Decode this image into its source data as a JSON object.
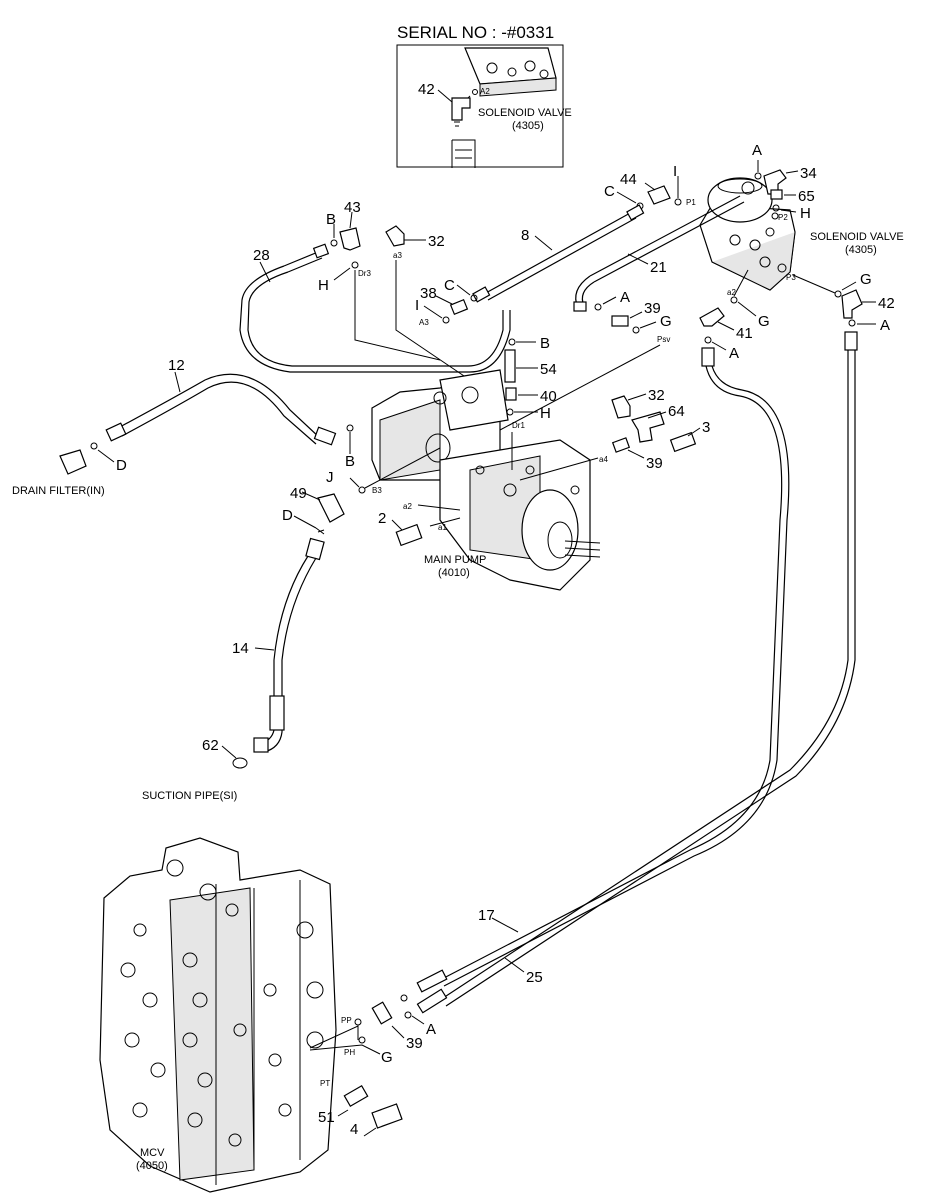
{
  "serial_note": "SERIAL NO : -#0331",
  "components": {
    "solenoid_inset": {
      "name": "SOLENOID VALVE",
      "code": "(4305)"
    },
    "solenoid": {
      "name": "SOLENOID VALVE",
      "code": "(4305)"
    },
    "main_pump": {
      "name": "MAIN PUMP",
      "code": "(4010)"
    },
    "mcv": {
      "name": "MCV",
      "code": "(4050)"
    },
    "drain_filter": {
      "name": "DRAIN FILTER(IN)"
    },
    "suction_pipe": {
      "name": "SUCTION PIPE(SI)"
    }
  },
  "part_numbers": {
    "p42_inset": "42",
    "p44": "44",
    "p34": "34",
    "p65": "65",
    "p43": "43",
    "p32a": "32",
    "p8": "8",
    "p28": "28",
    "p21": "21",
    "p38": "38",
    "p39a": "39",
    "p42": "42",
    "p41": "41",
    "p12": "12",
    "p54": "54",
    "p40": "40",
    "p32b": "32",
    "p64": "64",
    "p3": "3",
    "p39b": "39",
    "p49": "49",
    "p2": "2",
    "p14": "14",
    "p62": "62",
    "p17": "17",
    "p25": "25",
    "p39c": "39",
    "p51": "51",
    "p4": "4"
  },
  "connection_letters": {
    "A_top": "A",
    "H_sol": "H",
    "C_top": "C",
    "I_top": "I",
    "B_43": "B",
    "H_28": "H",
    "C_38": "C",
    "I_38": "I",
    "A_39": "A",
    "G_39": "G",
    "G_42": "G",
    "A_42": "A",
    "G_41": "G",
    "A_41": "A",
    "B_54": "B",
    "H_40": "H",
    "B_pump": "B",
    "D_filter": "D",
    "J_pump": "J",
    "D_49": "D",
    "A_mcv": "A",
    "G_mcv": "G"
  },
  "port_labels": {
    "a2_inset": "A2",
    "p1": "P1",
    "p2": "P2",
    "p3": "P3",
    "a2_sol": "a2",
    "dr3": "Dr3",
    "a3_32": "a3",
    "a3": "A3",
    "psv": "Psv",
    "dr1": "Dr1",
    "a4": "a4",
    "b3": "B3",
    "a2_pump": "a2",
    "a1": "a1",
    "pp": "PP",
    "ph": "PH",
    "pt": "PT"
  }
}
